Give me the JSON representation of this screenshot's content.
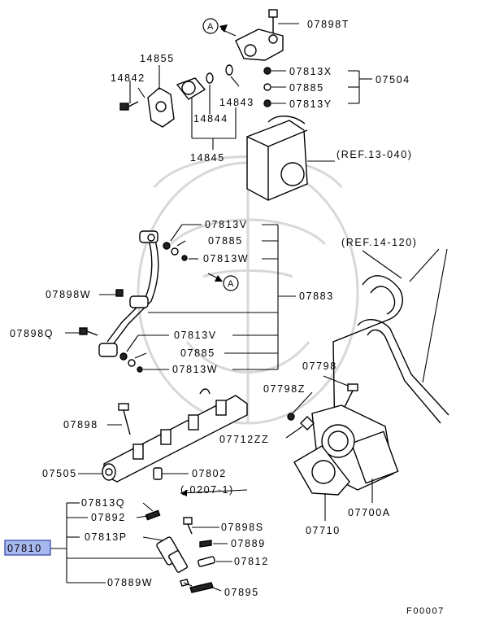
{
  "labels": {
    "07898T": "07898T",
    "07504": "07504",
    "07813X": "07813X",
    "07885_top": "07885",
    "07813Y": "07813Y",
    "14855": "14855",
    "14842": "14842",
    "14843": "14843",
    "14844": "14844",
    "14845": "14845",
    "ref_13_040": "(REF.13-040)",
    "07813V_a": "07813V",
    "07885_mid_a": "07885",
    "07813W_a": "07813W",
    "07898W": "07898W",
    "07883": "07883",
    "07898Q": "07898Q",
    "07813V_b": "07813V",
    "07885_mid_b": "07885",
    "07813W_b": "07813W",
    "ref_14_120": "(REF.14-120)",
    "07798": "07798",
    "07798Z": "07798Z",
    "07712ZZ": "07712ZZ",
    "07898": "07898",
    "07505": "07505",
    "07802": "07802",
    "07700A": "07700A",
    "07710": "07710",
    "07813Q": "07813Q",
    "date_range": "(-0207·1)",
    "07892": "07892",
    "07813P": "07813P",
    "07898S": "07898S",
    "07889": "07889",
    "07810": "07810",
    "07812": "07812",
    "07889W": "07889W",
    "07895": "07895",
    "figure_code": "F00007",
    "callout_a_top": "A",
    "callout_a_mid": "A"
  },
  "highlight_color": "#a9b8ee"
}
